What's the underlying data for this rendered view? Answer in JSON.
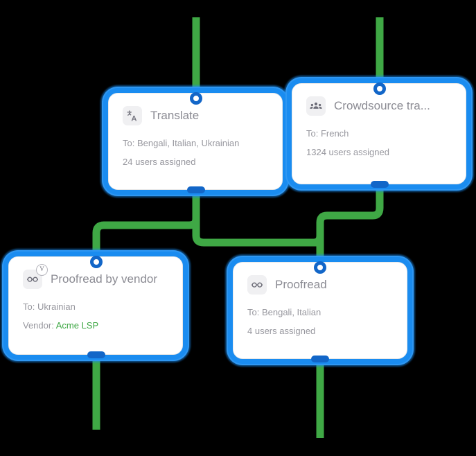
{
  "canvas": {
    "background": "#000000",
    "accent_blue": "#1a8cf0",
    "port_blue": "#1266c8",
    "edge_green": "#3fa845",
    "title_color": "#8b8b93",
    "detail_color": "#97979e",
    "vendor_color": "#3fa845"
  },
  "nodes": [
    {
      "id": "translate",
      "title": "Translate",
      "icon": "translate-icon",
      "rows": [
        {
          "text": "To: Bengali, Italian, Ukrainian"
        },
        {
          "text": "24 users assigned"
        }
      ]
    },
    {
      "id": "crowdsource",
      "title": "Crowdsource tra...",
      "icon": "people-group-icon",
      "rows": [
        {
          "text": "To: French"
        },
        {
          "text": "1324 users assigned"
        }
      ]
    },
    {
      "id": "proofread-vendor",
      "title": "Proofread by vendor",
      "icon": "glasses-vendor-icon",
      "badge": "V",
      "rows": [
        {
          "text": "To: Ukrainian"
        },
        {
          "label": "Vendor:",
          "value": "Acme LSP"
        }
      ]
    },
    {
      "id": "proofread",
      "title": "Proofread",
      "icon": "glasses-icon",
      "rows": [
        {
          "text": "To: Bengali, Italian"
        },
        {
          "text": "4 users assigned"
        }
      ]
    }
  ]
}
